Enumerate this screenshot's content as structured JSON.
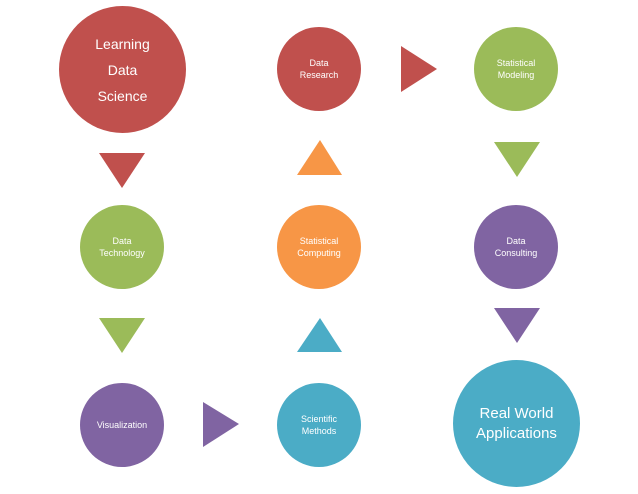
{
  "colors": {
    "red": "#c0504d",
    "green": "#9bbb59",
    "orange": "#f79646",
    "purple": "#8064a2",
    "teal": "#4bacc6"
  },
  "nodes": {
    "learning": "Learning\nData\nScience",
    "data_research": "Data\nResearch",
    "statistical_modeling": "Statistical\nModeling",
    "data_technology": "Data\nTechnology",
    "statistical_computing": "Statistical\nComputing",
    "data_consulting": "Data\nConsulting",
    "visualization": "Visualization",
    "scientific_methods": "Scientific\nMethods",
    "real_world_applications": "Real World\nApplications"
  }
}
